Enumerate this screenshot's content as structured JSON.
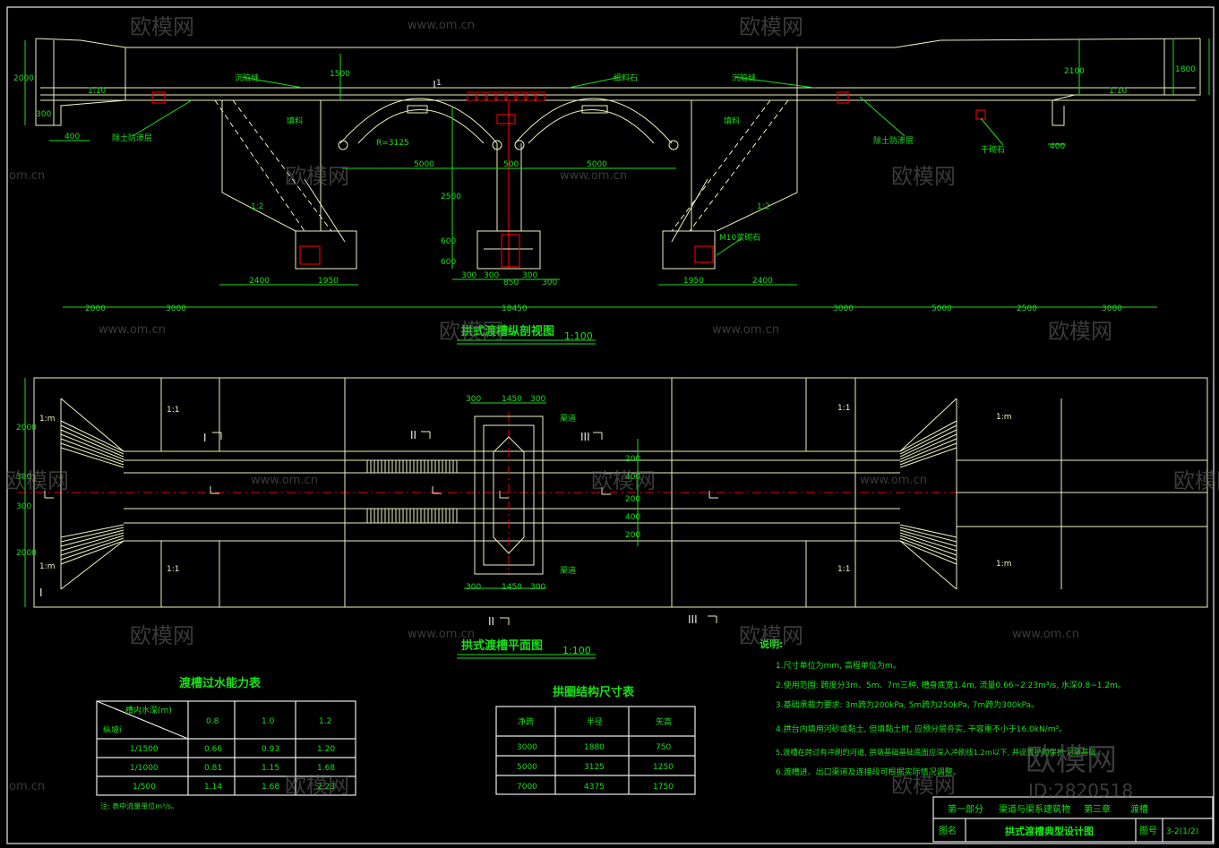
{
  "watermarks": {
    "brand": "欧模网",
    "url": "www.om.cn",
    "url_short": "om.cn",
    "id": "ID:2820518"
  },
  "elevation": {
    "title": "拱式渡槽纵剖视图",
    "scale": "1:100",
    "labels": {
      "settlement_left": "沉陷缝",
      "settlement_right": "沉陷缝",
      "fill_left": "填料",
      "fill_right": "填料",
      "thin_stone": "细料石",
      "soil_left": "除土防渗层",
      "soil_right": "除土防渗层",
      "dry_stone": "干砌石",
      "slope_left": "1:10",
      "slope_right": "1:10",
      "grade_left": "1:2",
      "grade_right": "1:2",
      "mortar": "M10浆砌石",
      "r_label": "R=3125",
      "section": "1"
    },
    "dims_top": [
      "2000",
      "1500",
      "2100",
      "1800"
    ],
    "dims_mid": [
      "5000",
      "500",
      "5000"
    ],
    "dims_row1": [
      "2400",
      "1950",
      "1950",
      "2400"
    ],
    "dims_row2": [
      "300",
      "300",
      "850",
      "300",
      "300"
    ],
    "dims_bottom": [
      "2000",
      "3000",
      "18450",
      "3000",
      "5000",
      "2500",
      "3000"
    ],
    "dims_side": [
      "400",
      "400",
      "300",
      "2500",
      "600",
      "600"
    ]
  },
  "plan": {
    "title": "拱式渡槽平面图",
    "scale": "1:100",
    "dims_top": [
      "300",
      "1450",
      "300"
    ],
    "dims_bottom": [
      "300",
      "1450",
      "300"
    ],
    "dims_left": [
      "2000",
      "300",
      "300",
      "2000"
    ],
    "dims_right": [
      "200",
      "400",
      "200",
      "400",
      "200"
    ],
    "slopes": [
      "1:1",
      "1:1",
      "1:1",
      "1:1",
      "1:m",
      "1:m",
      "1:m",
      "1:m"
    ],
    "sections": [
      "I",
      "II",
      "III",
      "II",
      "III",
      "I"
    ],
    "sub_labels": [
      "渠道",
      "渠道"
    ]
  },
  "capacity_table": {
    "title": "渡槽过水能力表",
    "corner_top": "槽内水深(m)",
    "corner_bottom": "纵坡i",
    "headers": [
      "0.8",
      "1.0",
      "1.2"
    ],
    "rows": [
      {
        "slope": "1/1500",
        "values": [
          "0.66",
          "0.93",
          "1.20"
        ]
      },
      {
        "slope": "1/1000",
        "values": [
          "0.81",
          "1.15",
          "1.68"
        ]
      },
      {
        "slope": "1/500",
        "values": [
          "1.14",
          "1.68",
          "2.23"
        ]
      }
    ],
    "note": "注: 表中流量单位m³/s。"
  },
  "arch_table": {
    "title": "拱圈结构尺寸表",
    "headers": [
      "净跨",
      "半径",
      "矢高"
    ],
    "rows": [
      [
        "3000",
        "1880",
        "750"
      ],
      [
        "5000",
        "3125",
        "1250"
      ],
      [
        "7000",
        "4375",
        "1750"
      ]
    ]
  },
  "notes": {
    "title": "说明:",
    "items": [
      "1.尺寸单位为mm, 高程单位为m。",
      "2.使用范围: 跨度分3m、5m、7m三种, 槽身底宽1.4m, 流量0.66~2.23m³/s, 水深0.8~1.2m。",
      "3.基础承载力要求: 3m跨为200kPa, 5m跨为250kPa, 7m跨为300kPa。",
      "4.拱台内填用河砂或黏土, 但填黏土时, 应预分层夯实, 干容重不小于16.0kN/m³。",
      "5.渡槽在跨过有冲刷的河道, 拱墩基础基础底面应深入冲刷线1.2m以下, 并设置护砌保护 对墩基础。",
      "6.渡槽进、出口渠道及连接段可根据实际情况调整。"
    ]
  },
  "title_block": {
    "part": "第一部分",
    "part_name": "渠道与渠系建筑物",
    "chapter": "第三章",
    "chapter_name": "渡槽",
    "name_label": "图名",
    "drawing_name": "拱式渡槽典型设计图",
    "num_label": "图号",
    "drawing_num": "3-2(1/2)"
  },
  "colors": {
    "background": "#000000",
    "lines": "#f0f0c0",
    "dims": "#18e018",
    "accent": "#e00000",
    "frame": "#e8e8e8"
  }
}
